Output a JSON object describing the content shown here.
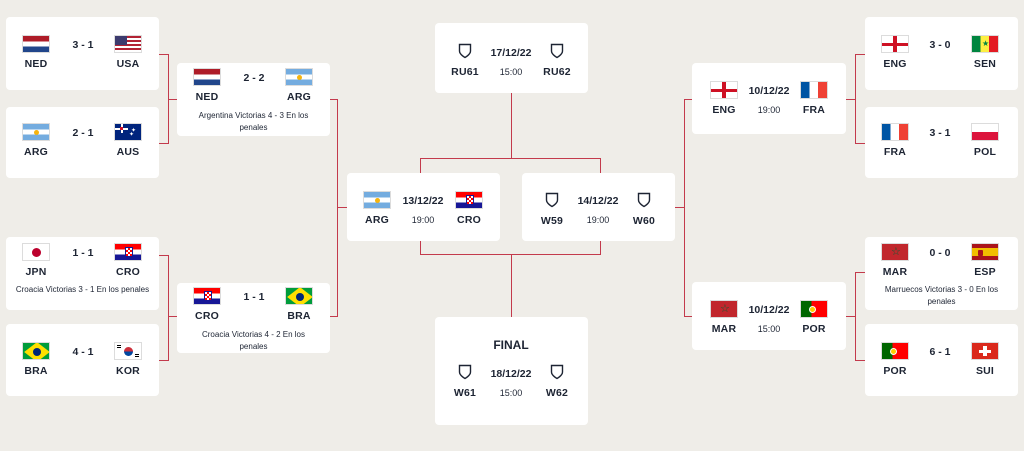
{
  "matches": {
    "r16_1": {
      "home": "NED",
      "away": "USA",
      "score": "3 - 1"
    },
    "r16_2": {
      "home": "ARG",
      "away": "AUS",
      "score": "2 - 1"
    },
    "r16_3": {
      "home": "JPN",
      "away": "CRO",
      "score": "1 - 1",
      "note": "Croacia Victorias 3 - 1 En los penales"
    },
    "r16_4": {
      "home": "BRA",
      "away": "KOR",
      "score": "4 - 1"
    },
    "r16_5": {
      "home": "ENG",
      "away": "SEN",
      "score": "3 - 0"
    },
    "r16_6": {
      "home": "FRA",
      "away": "POL",
      "score": "3 - 1"
    },
    "r16_7": {
      "home": "MAR",
      "away": "ESP",
      "score": "0 - 0",
      "note": "Marruecos Victorias 3 - 0 En los penales"
    },
    "r16_8": {
      "home": "POR",
      "away": "SUI",
      "score": "6 - 1"
    },
    "qf_1": {
      "home": "NED",
      "away": "ARG",
      "score": "2 - 2",
      "note": "Argentina Victorias 4 - 3 En los penales"
    },
    "qf_2": {
      "home": "CRO",
      "away": "BRA",
      "score": "1 - 1",
      "note": "Croacia Victorias 4 - 2 En los penales"
    },
    "qf_3": {
      "home": "ENG",
      "away": "FRA",
      "date": "10/12/22",
      "time": "19:00"
    },
    "qf_4": {
      "home": "MAR",
      "away": "POR",
      "date": "10/12/22",
      "time": "15:00"
    },
    "sf_1": {
      "home": "ARG",
      "away": "CRO",
      "date": "13/12/22",
      "time": "19:00"
    },
    "sf_2": {
      "home": "W59",
      "away": "W60",
      "date": "14/12/22",
      "time": "19:00"
    },
    "third": {
      "home": "RU61",
      "away": "RU62",
      "date": "17/12/22",
      "time": "15:00"
    },
    "final": {
      "label": "FINAL",
      "home": "W61",
      "away": "W62",
      "date": "18/12/22",
      "time": "15:00"
    }
  },
  "colors": {
    "background": "#efede8",
    "card": "#ffffff",
    "connector": "#c33a4c",
    "text": "#1d2433"
  },
  "icons": {
    "placeholder_team": "shield-icon"
  }
}
